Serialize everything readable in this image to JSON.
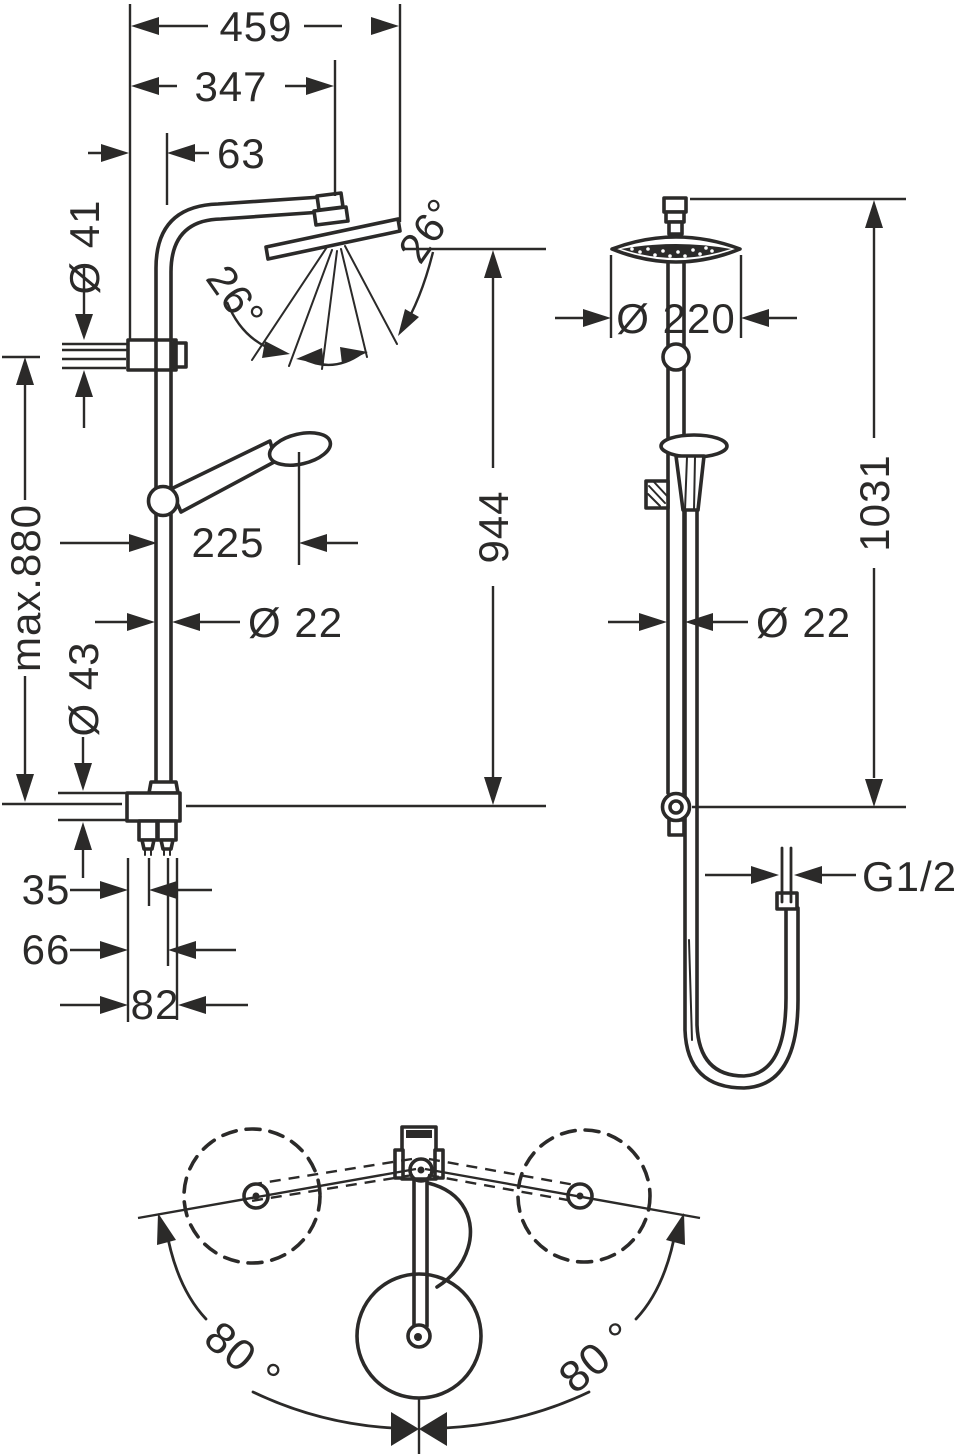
{
  "colors": {
    "ink": "#2b2a29",
    "background": "#ffffff"
  },
  "front_view": {
    "width_total": "459",
    "arm_projection": "347",
    "wall_offset": "63",
    "upper_bracket": "Ø 41",
    "spray_angle_left": "26°",
    "spray_angle_right": "26°",
    "head_height": "944",
    "max_rail_height": "max.880",
    "handshower_projection": "225",
    "rail_diameter": "Ø 22",
    "lower_bracket": "Ø 43",
    "inlet_offset_a": "35",
    "inlet_offset_b": "66",
    "inlet_offset_c": "82"
  },
  "side_view": {
    "head_diameter": "Ø 220",
    "total_height": "1031",
    "rail_diameter": "Ø 22",
    "thread": "G1/2"
  },
  "top_view": {
    "swivel_left": "80 °",
    "swivel_right": "80 °"
  }
}
